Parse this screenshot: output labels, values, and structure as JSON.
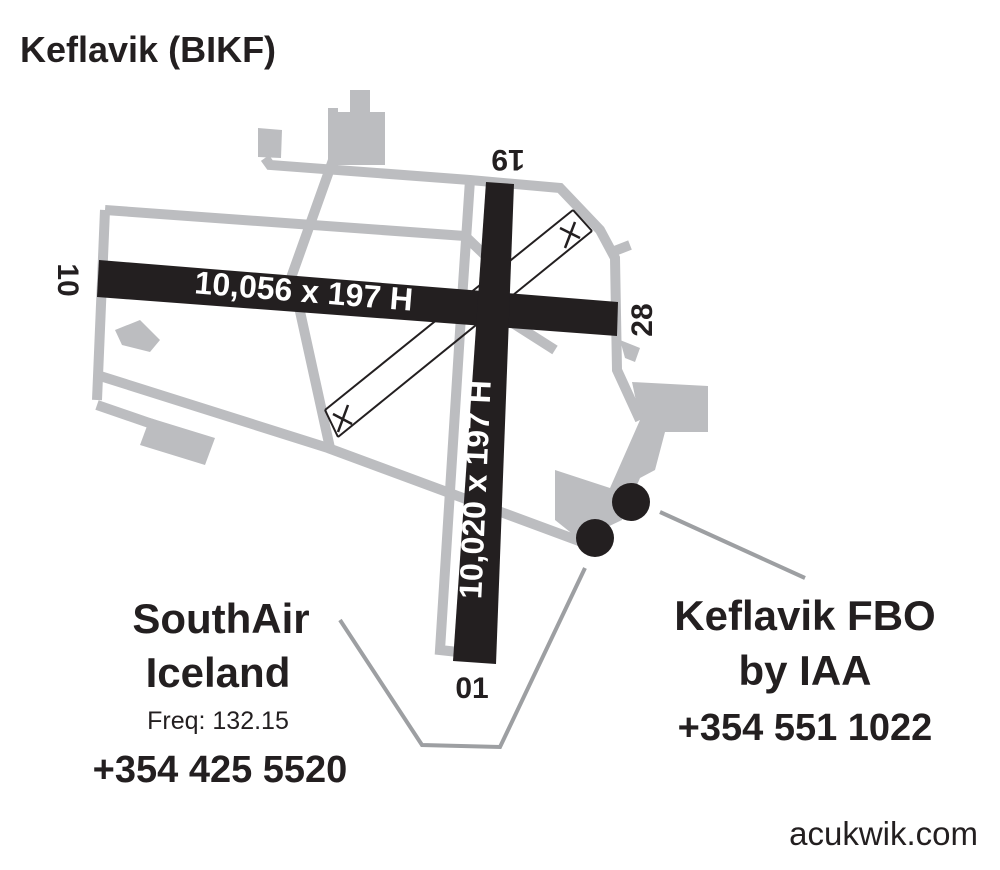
{
  "title": "Keflavik (BIKF)",
  "runways": [
    {
      "label": "10,056 x 197 H",
      "end_a": "10",
      "end_b": "28"
    },
    {
      "label": "10,020 x 197 H",
      "end_a": "01",
      "end_b": "19"
    }
  ],
  "fbos": [
    {
      "name_line1": "SouthAir",
      "name_line2": "Iceland",
      "freq": "Freq: 132.15",
      "phone": "+354 425 5520"
    },
    {
      "name_line1": "Keflavik FBO",
      "name_line2": "by IAA",
      "phone": "+354 551 1022"
    }
  ],
  "footer": "acukwik.com",
  "colors": {
    "runway": "#231f20",
    "taxiway": "#bcbdc0",
    "leader": "#9d9fa2"
  }
}
